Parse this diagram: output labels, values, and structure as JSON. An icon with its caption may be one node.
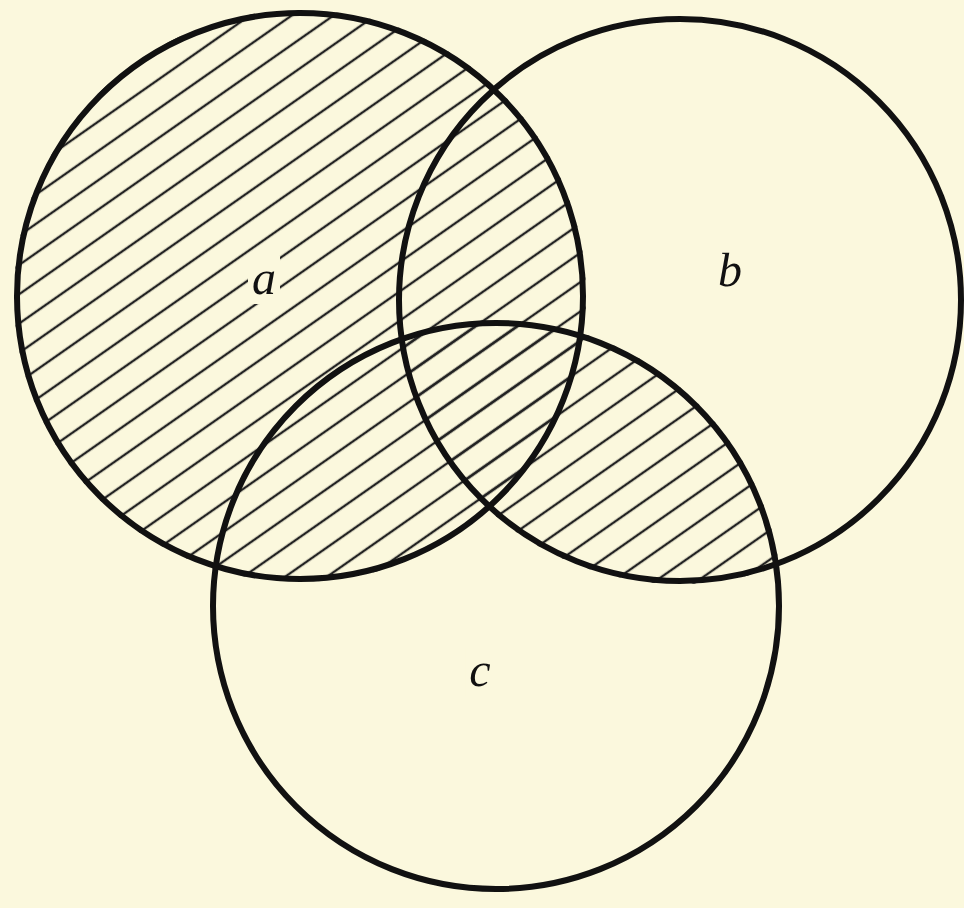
{
  "diagram": {
    "nodes": [
      {
        "text": [
          "a"
        ]
      },
      {
        "text": [
          "b"
        ]
      },
      {
        "text": [
          "c"
        ]
      }
    ]
  }
}
